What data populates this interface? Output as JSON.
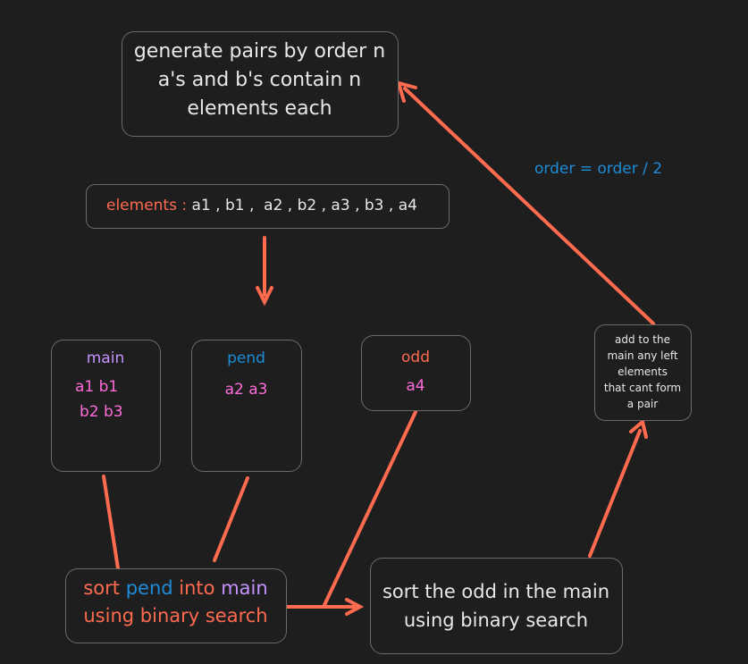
{
  "colors": {
    "background": "#1e1e1e",
    "text": "#e8e8e8",
    "orange": "#ff6b4f",
    "purple": "#c592ff",
    "blue": "#1c8cd8",
    "pink": "#ff6bd9",
    "arrow": "#ff6b4f",
    "border": "#6a6a6a"
  },
  "generate_box": {
    "line1": "generate pairs by order n",
    "line2": "a's and b's contain n",
    "line3": "elements each"
  },
  "order_label": "order = order / 2",
  "elements_box": {
    "label": "elements :",
    "values": "a1 , b1 ,  a2 , b2 , a3 , b3 , a4"
  },
  "main_box": {
    "title": "main",
    "line1": "a1 b1",
    "line2": "b2 b3"
  },
  "pend_box": {
    "title": "pend",
    "line1": "a2 a3"
  },
  "odd_box": {
    "title": "odd",
    "line1": "a4"
  },
  "leftover_box": {
    "line1": "add to the",
    "line2": "main any left",
    "line3": "elements",
    "line4": "that cant form",
    "line5": "a pair"
  },
  "sort_pend_box": {
    "w1": "sort",
    "w2": "pend",
    "w3": "into",
    "w4": "main",
    "line2": "using binary search"
  },
  "sort_odd_box": {
    "line1": "sort the odd in the main",
    "line2": "using binary search"
  }
}
